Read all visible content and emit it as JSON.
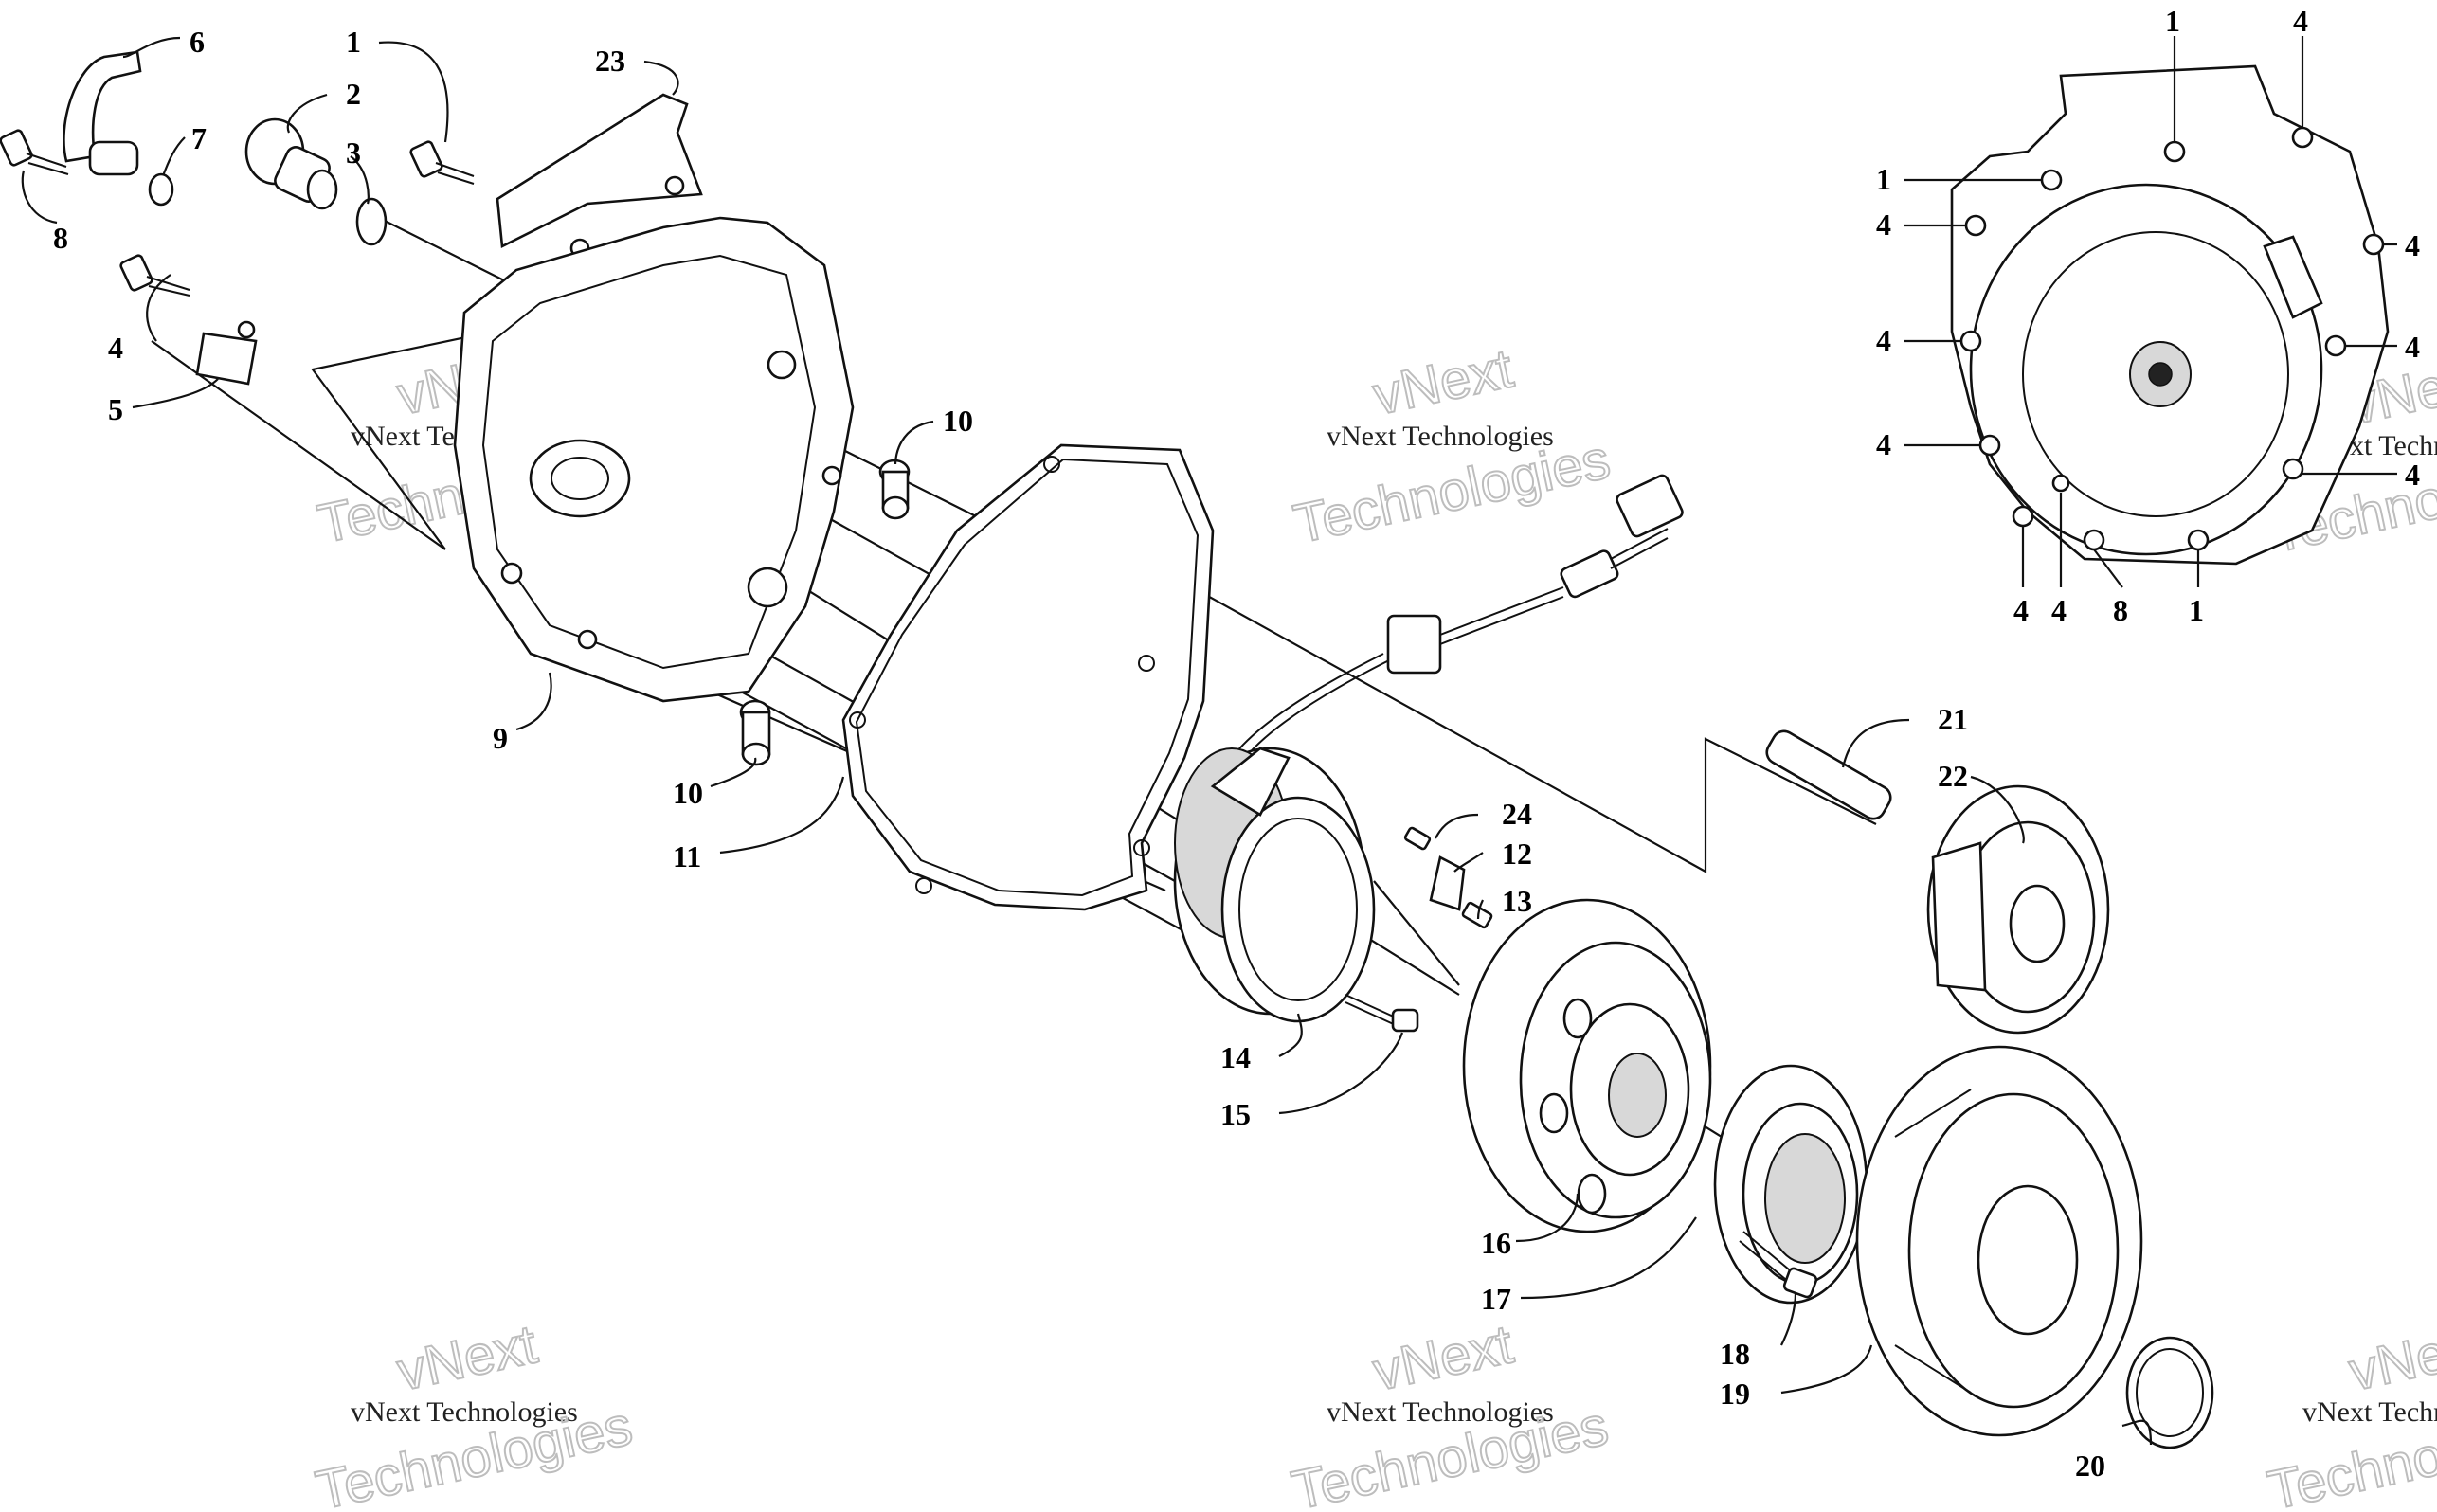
{
  "callouts": [
    {
      "id": "c1a",
      "text": "1"
    },
    {
      "id": "c2",
      "text": "2"
    },
    {
      "id": "c3",
      "text": "3"
    },
    {
      "id": "c4a",
      "text": "4"
    },
    {
      "id": "c5",
      "text": "5"
    },
    {
      "id": "c6",
      "text": "6"
    },
    {
      "id": "c7",
      "text": "7"
    },
    {
      "id": "c8a",
      "text": "8"
    },
    {
      "id": "c9",
      "text": "9"
    },
    {
      "id": "c10a",
      "text": "10"
    },
    {
      "id": "c10b",
      "text": "10"
    },
    {
      "id": "c11",
      "text": "11"
    },
    {
      "id": "c12",
      "text": "12"
    },
    {
      "id": "c13",
      "text": "13"
    },
    {
      "id": "c14",
      "text": "14"
    },
    {
      "id": "c15",
      "text": "15"
    },
    {
      "id": "c16",
      "text": "16"
    },
    {
      "id": "c17",
      "text": "17"
    },
    {
      "id": "c18",
      "text": "18"
    },
    {
      "id": "c19",
      "text": "19"
    },
    {
      "id": "c20",
      "text": "20"
    },
    {
      "id": "c21",
      "text": "21"
    },
    {
      "id": "c22",
      "text": "22"
    },
    {
      "id": "c23",
      "text": "23"
    },
    {
      "id": "c24",
      "text": "24"
    },
    {
      "id": "i1a",
      "text": "1"
    },
    {
      "id": "i4a",
      "text": "4"
    },
    {
      "id": "i1b",
      "text": "1"
    },
    {
      "id": "i4b",
      "text": "4"
    },
    {
      "id": "i4c",
      "text": "4"
    },
    {
      "id": "i4d",
      "text": "4"
    },
    {
      "id": "i4e",
      "text": "4"
    },
    {
      "id": "i4f",
      "text": "4"
    },
    {
      "id": "i4g",
      "text": "4"
    },
    {
      "id": "i4h",
      "text": "4"
    },
    {
      "id": "i4i",
      "text": "4"
    },
    {
      "id": "i8",
      "text": "8"
    },
    {
      "id": "i1c",
      "text": "1"
    }
  ],
  "watermarks": [
    {
      "line1": "vNext Technologies",
      "line2": "vNext",
      "line3": "Technologies"
    },
    {
      "line1": "vNext Technologies",
      "line2": "vNext",
      "line3": "Technologies"
    },
    {
      "line1": "vNext Technologies",
      "line2": "vNext",
      "line3": "Technologies"
    },
    {
      "line1": "vNext Technologies",
      "line2": "vNext",
      "line3": "Technologies"
    },
    {
      "line1": "vNext Technologies",
      "line2": "vNext",
      "line3": "Technologies"
    },
    {
      "line1": "vNext Technologies",
      "line2": "vNext",
      "line3": "Technologies"
    }
  ]
}
